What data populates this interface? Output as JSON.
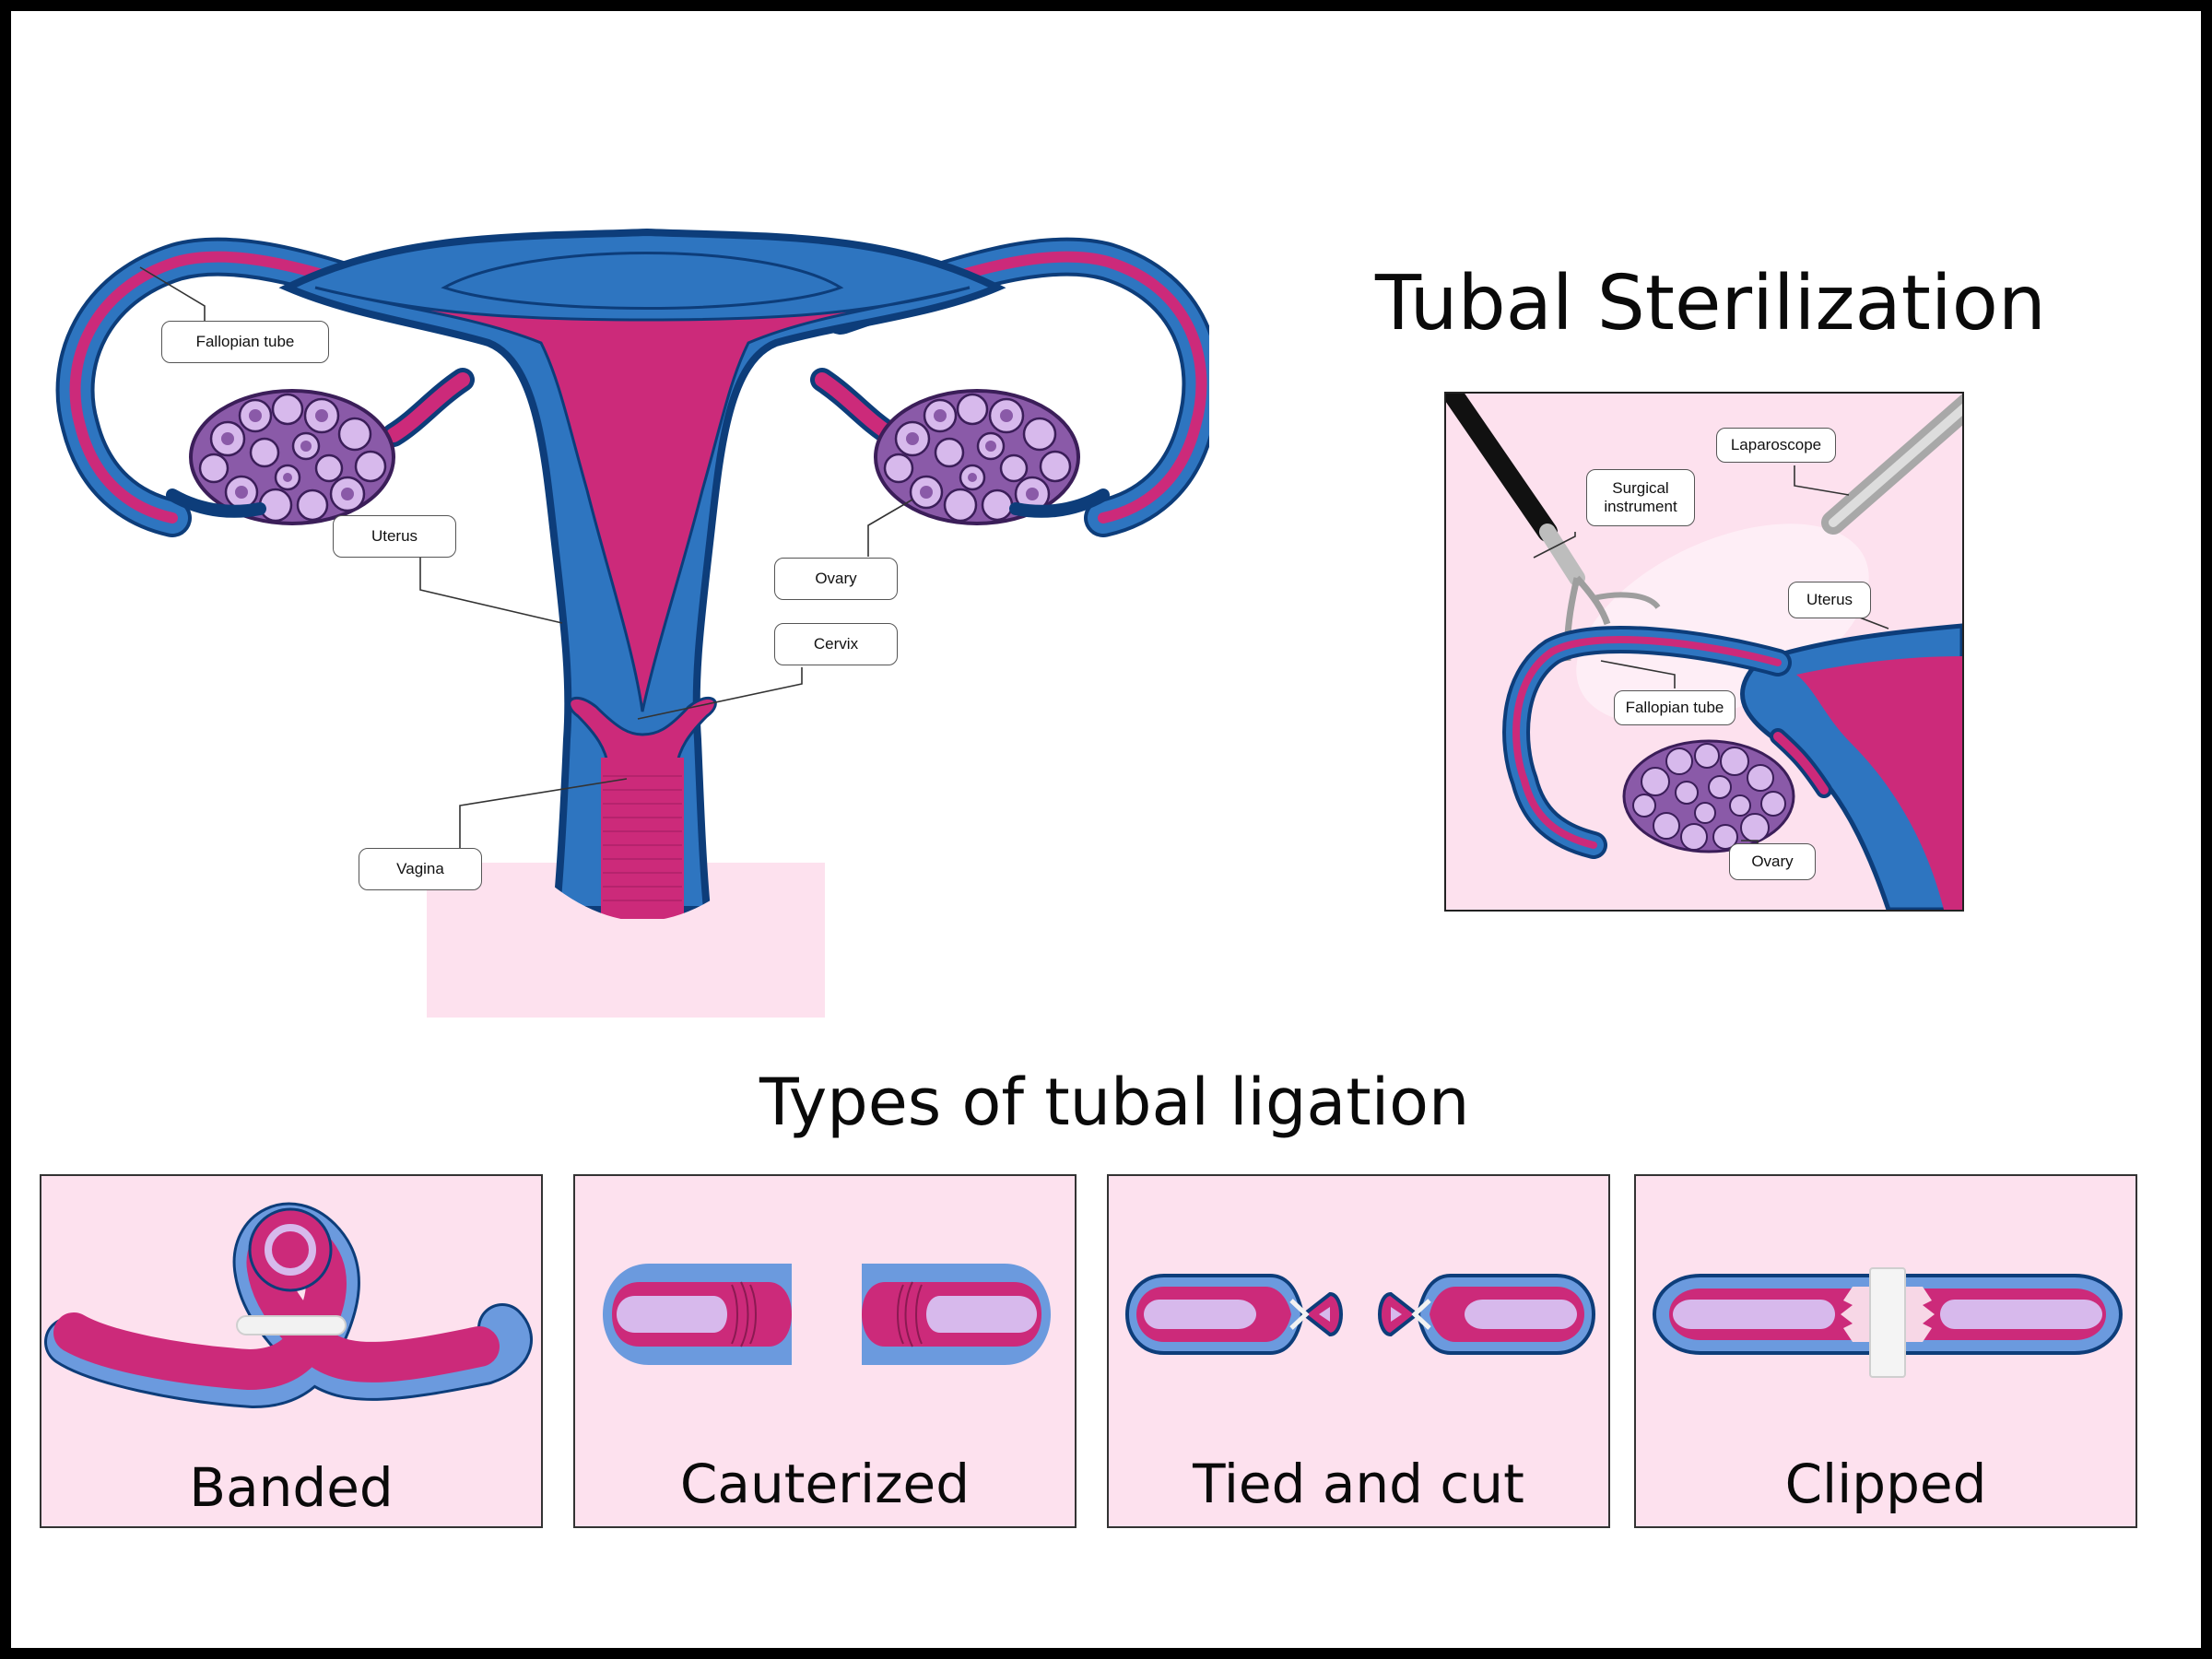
{
  "title": "Tubal Sterilization",
  "subtitle": "Types of tubal ligation",
  "anatomy_labels": {
    "fallopian_tube": "Fallopian tube",
    "uterus": "Uterus",
    "ovary": "Ovary",
    "cervix": "Cervix",
    "vagina": "Vagina"
  },
  "procedure_labels": {
    "laparoscope": "Laparoscope",
    "surgical_instrument": "Surgical instrument",
    "uterus": "Uterus",
    "fallopian_tube": "Fallopian tube",
    "ovary": "Ovary"
  },
  "ligation_types": [
    "Banded",
    "Cauterized",
    "Tied and cut",
    "Clipped"
  ],
  "colors": {
    "blue": "#2e75c0",
    "dark_blue": "#0d3d7a",
    "magenta": "#cc2a7a",
    "light_pink": "#fde1ee",
    "lavender": "#d7b9ec",
    "purple": "#8a5aa8"
  }
}
